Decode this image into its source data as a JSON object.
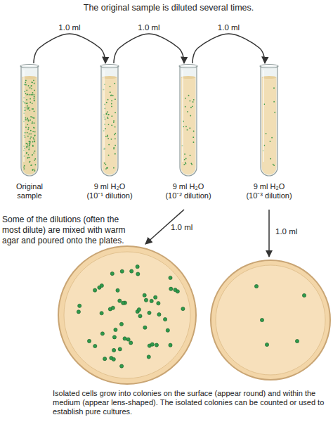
{
  "diagram": {
    "title": "The original sample is diluted several times.",
    "caption": "Isolated cells grow into colonies on the surface (appear round) and within the medium (appear lens-shaped). The isolated colonies can be counted or used to establish pure cultures.",
    "nodes": [
      {
        "text": [
          "Original sample"
        ]
      },
      {
        "text": [
          "9 ml H₂O",
          "(10⁻¹ dilution)"
        ]
      },
      {
        "text": [
          "9 ml H₂O",
          "(10⁻² dilution)"
        ]
      },
      {
        "text": [
          "9 ml H₂O",
          "(10⁻³ dilution)"
        ]
      }
    ],
    "edges": [
      {
        "from": 0,
        "to": 1,
        "label": "1.0 ml",
        "arrow": "to"
      },
      {
        "from": 1,
        "to": 2,
        "label": "1.0 ml",
        "arrow": "to"
      },
      {
        "from": 2,
        "to": 3,
        "label": "1.0 ml",
        "arrow": "to"
      }
    ],
    "labels": [
      "Some of the dilutions (often the most dilute) are mixed with warm agar and poured onto the plates.",
      "1.0 ml",
      "1.0 ml"
    ]
  }
}
